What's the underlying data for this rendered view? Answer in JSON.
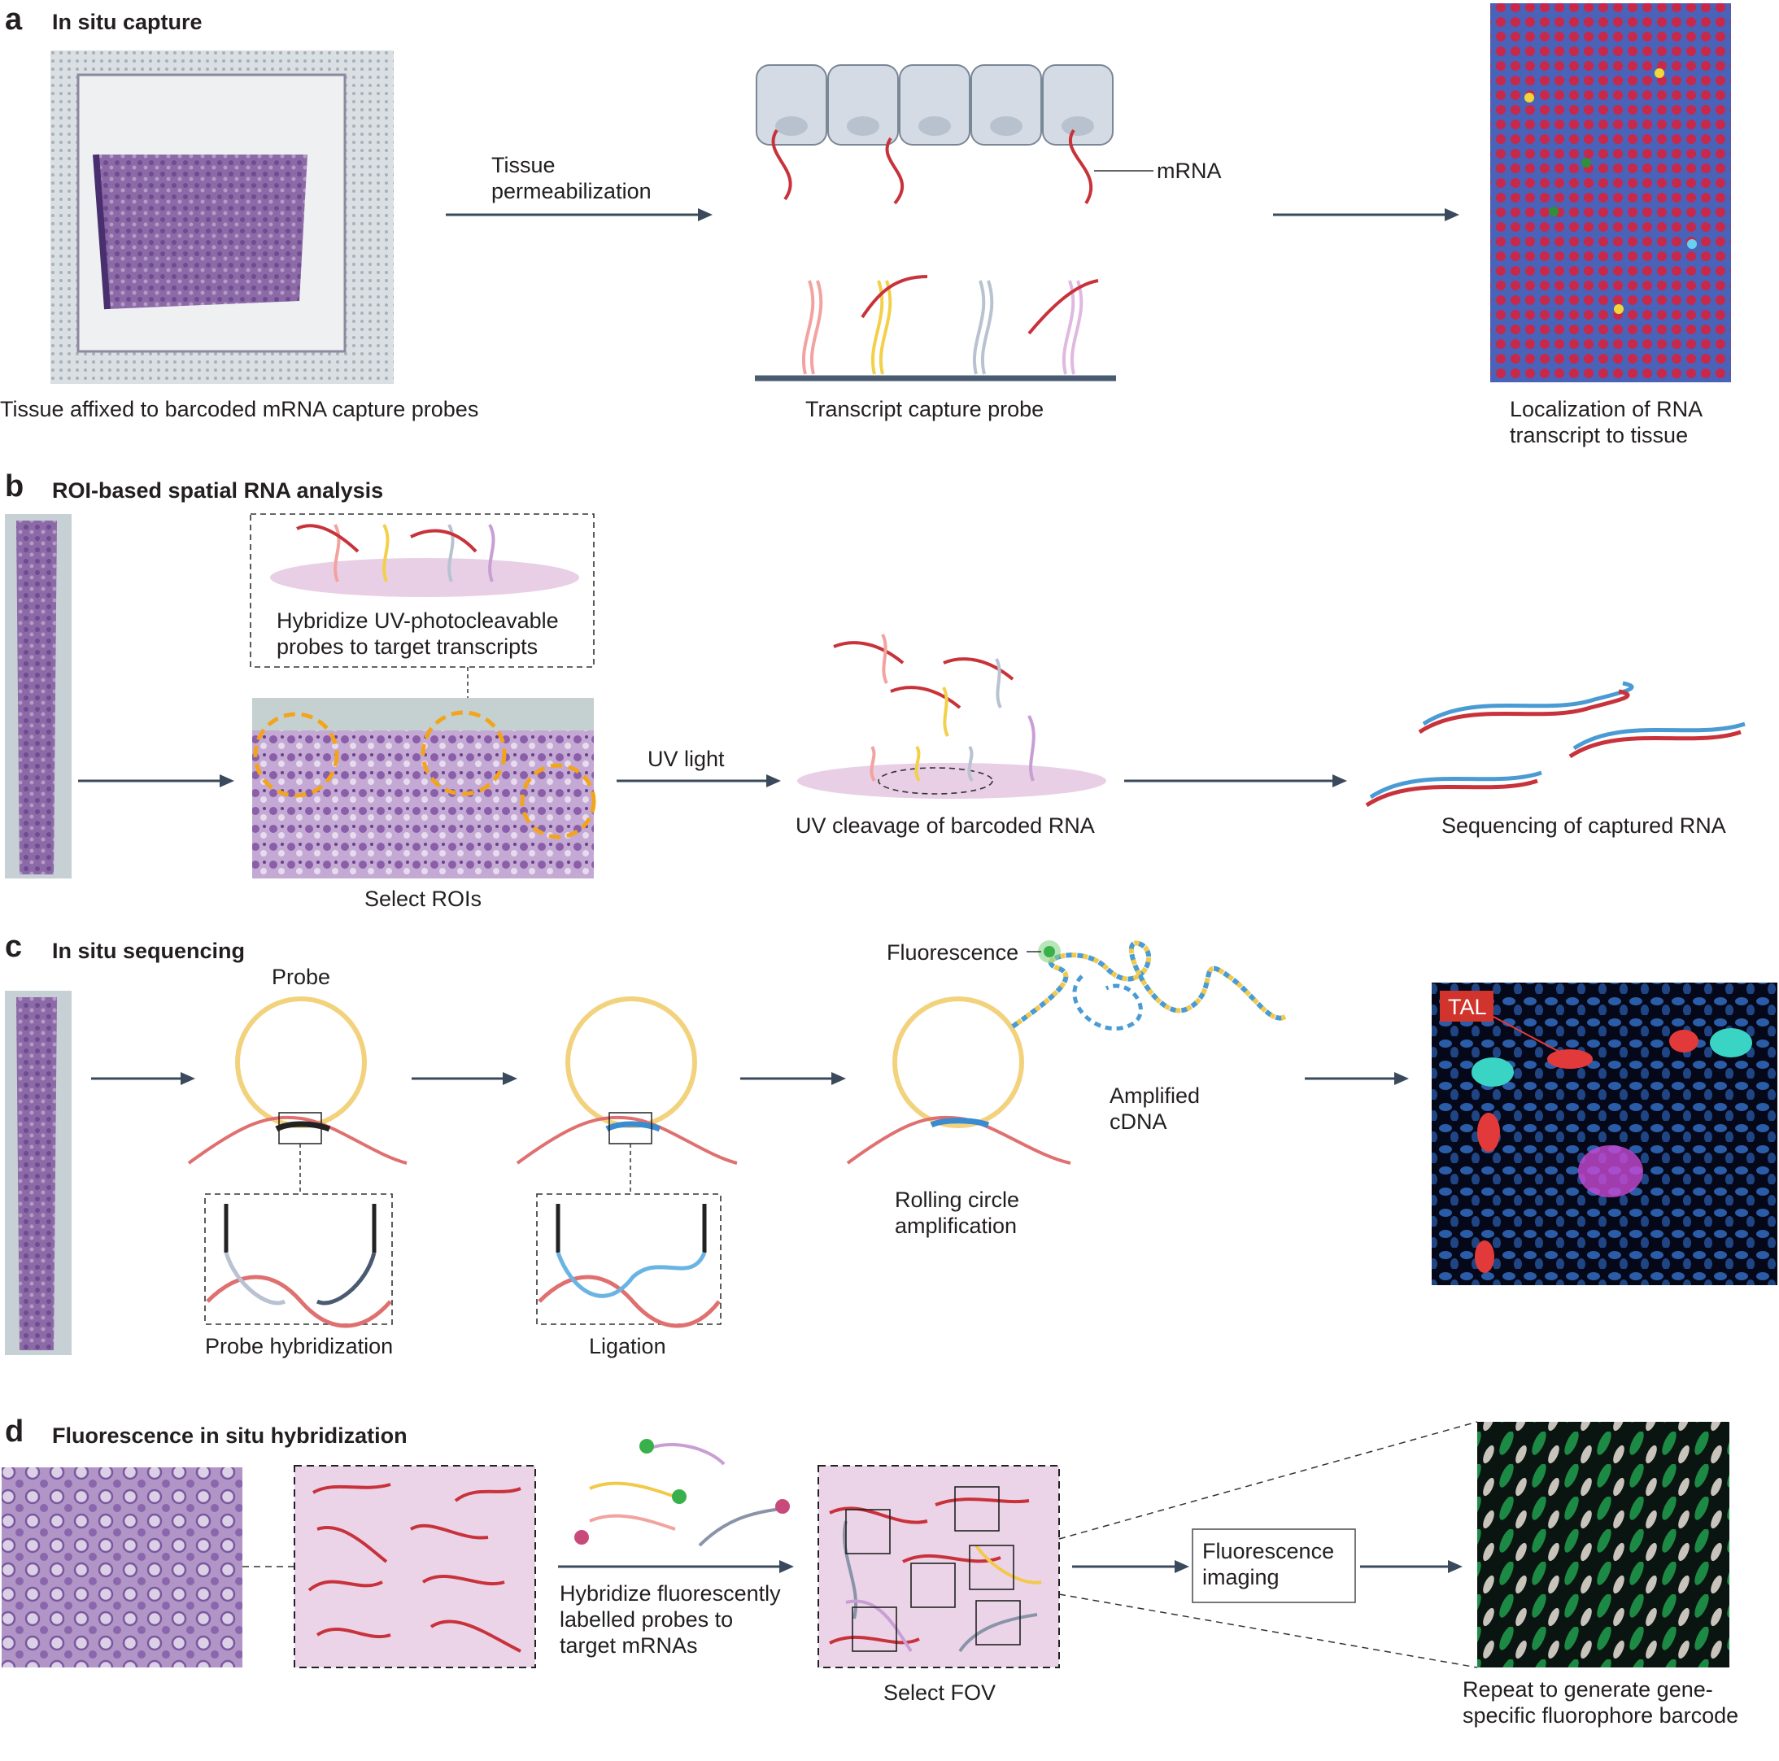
{
  "panels": {
    "a": {
      "letter": "a",
      "title": "In situ capture",
      "tissue_caption": "Tissue affixed to barcoded mRNA capture probes",
      "arrow_label_line1": "Tissue",
      "arrow_label_line2": "permeabilization",
      "mrna_label": "mRNA",
      "probe_caption": "Transcript capture probe",
      "result_caption_line1": "Localization of RNA",
      "result_caption_line2": "transcript to tissue"
    },
    "b": {
      "letter": "b",
      "title": "ROI-based spatial RNA analysis",
      "inset_line1": "Hybridize UV-photocleavable",
      "inset_line2": "probes to target transcripts",
      "roi_caption": "Select ROIs",
      "arrow_label": "UV light",
      "cleavage_caption": "UV cleavage of barcoded RNA",
      "sequencing_caption": "Sequencing of captured RNA"
    },
    "c": {
      "letter": "c",
      "title": "In situ sequencing",
      "probe_label": "Probe",
      "fluorescence_label": "Fluorescence",
      "amplified_line1": "Amplified",
      "amplified_line2": "cDNA",
      "rca_line1": "Rolling circle",
      "rca_line2": "amplification",
      "hybridization_caption": "Probe hybridization",
      "ligation_caption": "Ligation",
      "tal_label": "TAL"
    },
    "d": {
      "letter": "d",
      "title": "Fluorescence in situ hybridization",
      "hybridize_line1": "Hybridize fluorescently",
      "hybridize_line2": "labelled probes to",
      "hybridize_line3": "target mRNAs",
      "fov_caption": "Select FOV",
      "imaging_line1": "Fluorescence",
      "imaging_line2": "imaging",
      "repeat_line1": "Repeat to generate gene-",
      "repeat_line2": "specific fluorophore barcode"
    }
  },
  "colors": {
    "mrna": "#c8323a",
    "arrow": "#3a4a5c",
    "probe_ring": "#f2d27c",
    "roi_circle": "#f2a51c",
    "cdna_blue": "#4a9bd4",
    "purple_bg": "#e8cfe6"
  }
}
